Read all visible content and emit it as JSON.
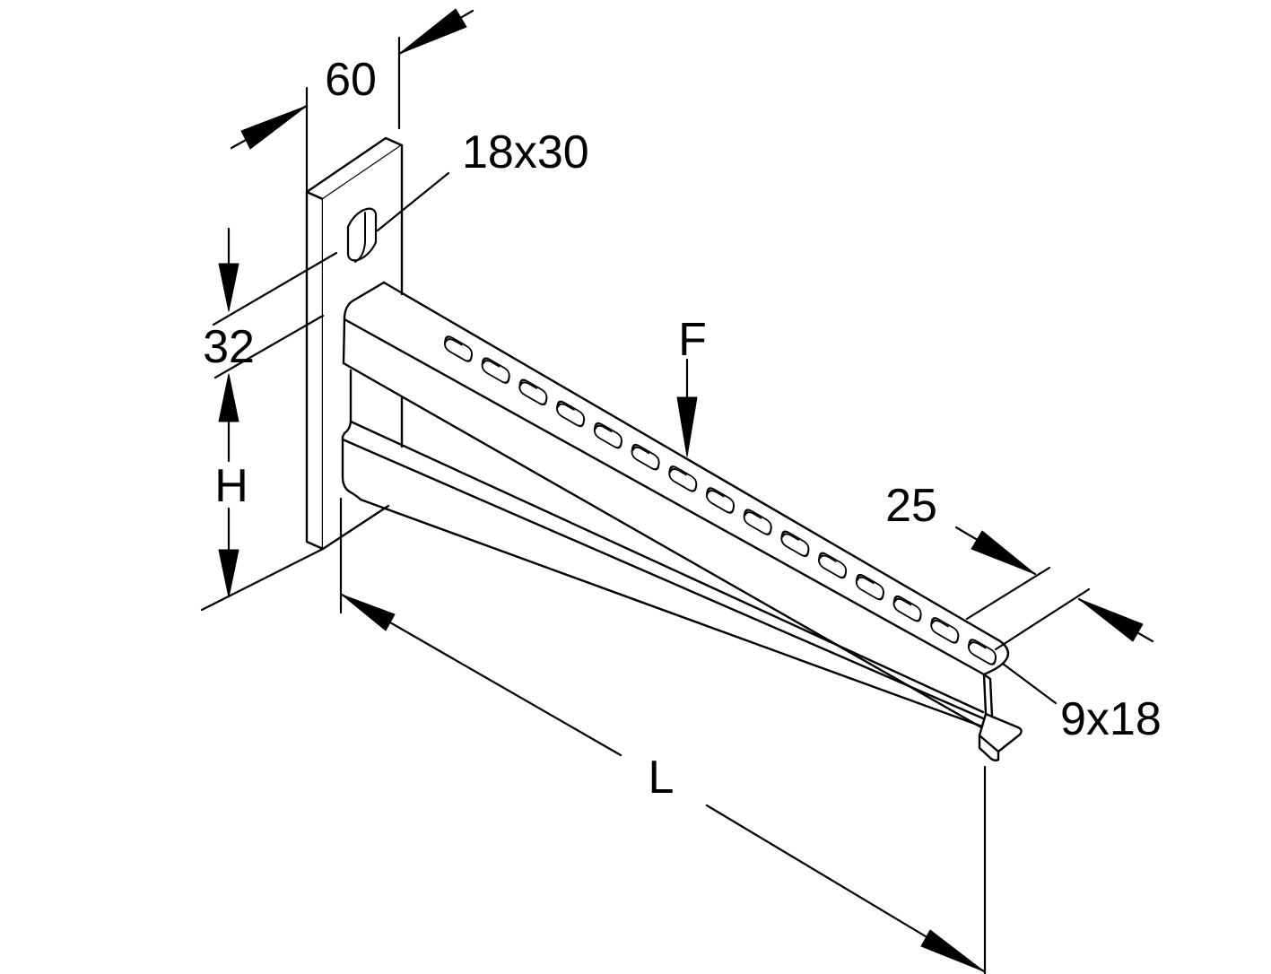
{
  "drawing": {
    "type": "isometric technical line drawing",
    "subject": "wall bracket cantilever arm with slotted rail and mounting plate",
    "colors": {
      "line": "#000000",
      "background": "#ffffff"
    },
    "labels": {
      "plate_width": "60",
      "plate_slot_size": "18x30",
      "slot_offset": "32",
      "bracket_height": "H",
      "force": "F",
      "slot_pitch": "25",
      "rail_slot_size": "9x18",
      "arm_length": "L"
    }
  }
}
